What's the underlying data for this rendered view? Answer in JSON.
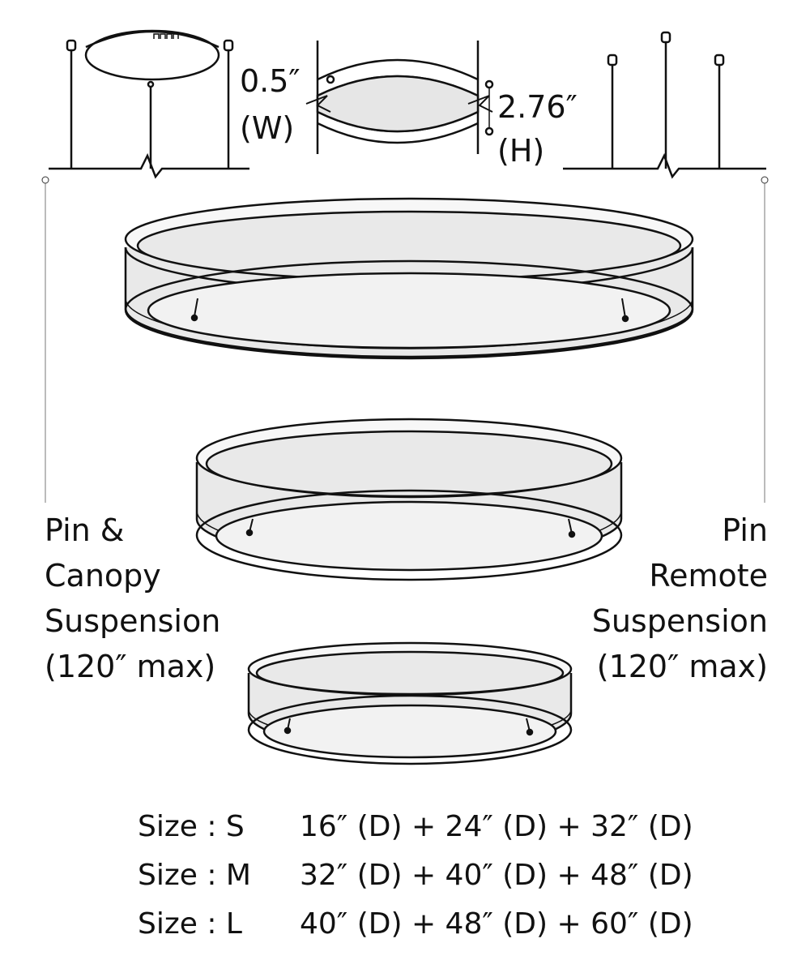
{
  "dimensions": {
    "width_value": "0.5″",
    "width_label": "(W)",
    "height_value": "2.76″",
    "height_label": "(H)"
  },
  "left_label": {
    "lines": [
      "Pin &",
      "Canopy",
      "Suspension",
      "(120″ max)"
    ]
  },
  "right_label": {
    "lines": [
      "Pin",
      "Remote",
      "Suspension",
      "(120″ max)"
    ]
  },
  "sizes": [
    {
      "label": "Size : S",
      "value": "16″ (D) + 24″ (D) + 32″ (D)"
    },
    {
      "label": "Size : M",
      "value": "32″ (D) + 40″ (D) + 48″ (D)"
    },
    {
      "label": "Size : L",
      "value": "40″ (D) + 48″ (D) + 60″ (D)"
    }
  ]
}
